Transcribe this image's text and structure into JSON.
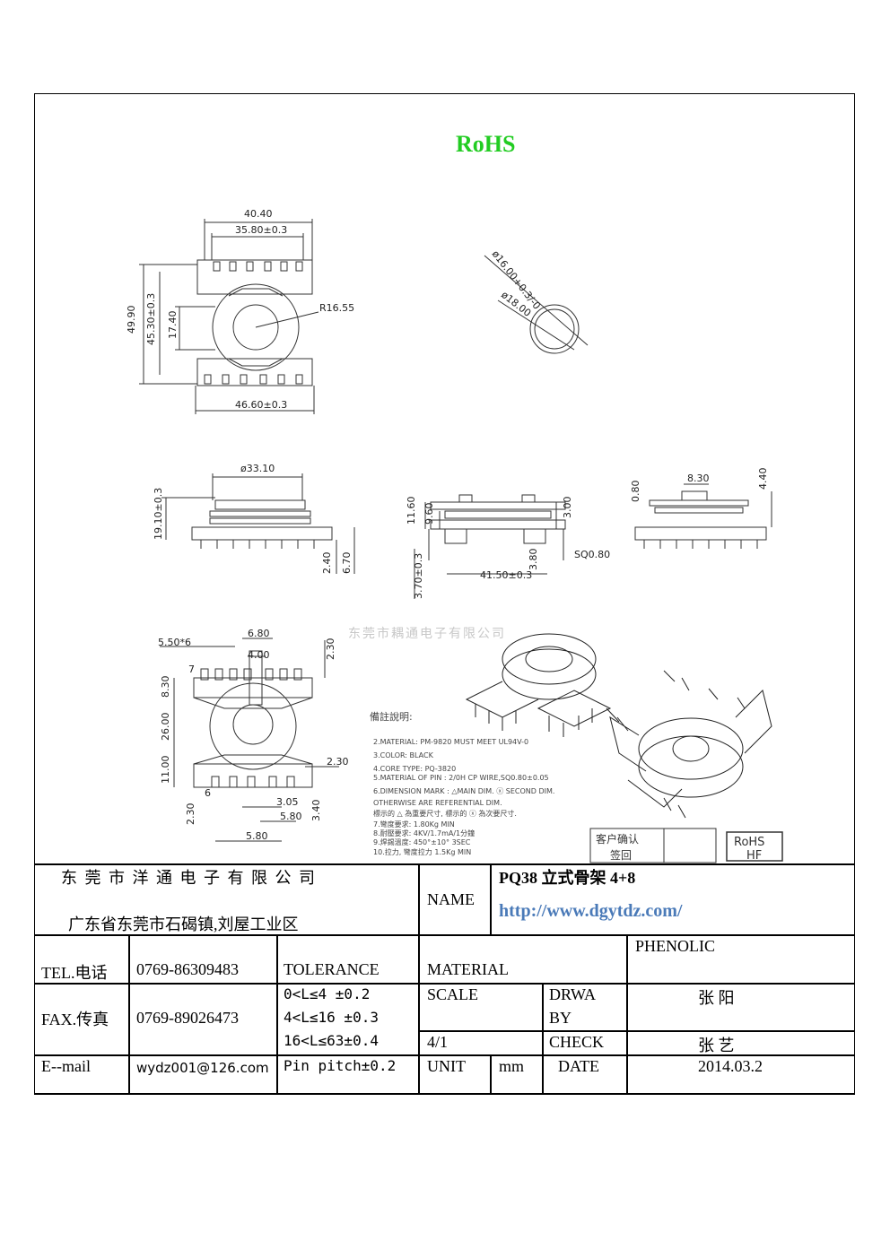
{
  "header": {
    "rohs": "RoHS"
  },
  "drawing": {
    "watermark": "东莞市耦通电子有限公司",
    "top_view": {
      "d1": "40.40",
      "d2": "35.80±0.3",
      "d3": "49.90",
      "d4": "45.30±0.3",
      "d5": "17.40",
      "d6": "R16.55",
      "d7": "46.60±0.3"
    },
    "circle_view": {
      "d1": "ø16.00+0.3/-0",
      "d2": "ø18.00"
    },
    "front_view": {
      "d1": "ø33.10",
      "d2": "19.10±0.3",
      "d3": "2.40",
      "d4": "6.70"
    },
    "side_view": {
      "d1": "11.60",
      "d2": "9.60",
      "d3": "3.00",
      "d4": "SQ0.80",
      "d5": "3.80",
      "d6": "3.70±0.3",
      "d7": "41.50±0.3"
    },
    "right_view": {
      "d1": "0.80",
      "d2": "8.30",
      "d3": "4.40"
    },
    "bottom_view": {
      "d1": "5.50*6",
      "d2": "6.80",
      "d3": "4.00",
      "d4": "2.30",
      "d5": "8.30",
      "d6": "26.00",
      "d7": "11.00",
      "d8": "2.30",
      "d9": "3.05",
      "d10": "5.80",
      "d11": "3.40",
      "d12": "2.30",
      "d13": "5.80",
      "pin": "7",
      "pin2": "6"
    },
    "notes": {
      "title": "備註說明:",
      "lines": [
        "2.MATERIAL: PM-9820 MUST MEET UL94V-0",
        "3.COLOR:  BLACK",
        "4.CORE TYPE: PQ-3820",
        "5.MATERIAL OF PIN : 2/0H CP WIRE,SQ0.80±0.05",
        "6.DIMENSION MARK : △MAIN DIM. ⓧ SECOND DIM.",
        "  OTHERWISE ARE REFERENTIAL DIM.",
        "  標示的 △ 為重要尺寸, 標示的 ⓧ 為次要尺寸.",
        "7.彎度要求: 1.80Kg MIN",
        "8.耐壓要求: 4KV/1.7mA/1分鐘",
        "9.焊錫溫度: 450°±10°  3SEC",
        "10.拉力, 彎度拉力 1.5Kg MIN"
      ]
    },
    "confirm": {
      "label1": "客户确认",
      "label2": "签回"
    },
    "rohs_hf": {
      "line1": "RoHS",
      "line2": "HF"
    }
  },
  "title_block": {
    "company": "东 莞 市 洋 通 电 子 有 限 公 司",
    "address": "广东省东莞市石碣镇,刘屋工业区",
    "name_label": "NAME",
    "product": "PQ38 立式骨架 4+8",
    "url": "http://www.dgytdz.com/",
    "tel_label": "TEL.电话",
    "tel": "0769-86309483",
    "tolerance_label": "TOLERANCE",
    "material_label": "MATERIAL",
    "material": "PHENOLIC",
    "fax_label": "FAX.传真",
    "fax": "0769-89026473",
    "tol1": "0<L≤4   ±0.2",
    "tol2": "4<L≤16  ±0.3",
    "tol3": "16<L≤63±0.4",
    "tol4": "Pin pitch±0.2",
    "scale_label": "SCALE",
    "scale": "4/1",
    "drawn_label1": "DRWA",
    "drawn_label2": "BY",
    "drawn_by": "张 阳",
    "check_label": "CHECK",
    "check_by": "张 艺",
    "email_label": "E--mail",
    "email": "wydz001@126.com",
    "unit_label": "UNIT",
    "unit": "mm",
    "date_label": "DATE",
    "date": "2014.03.2"
  }
}
